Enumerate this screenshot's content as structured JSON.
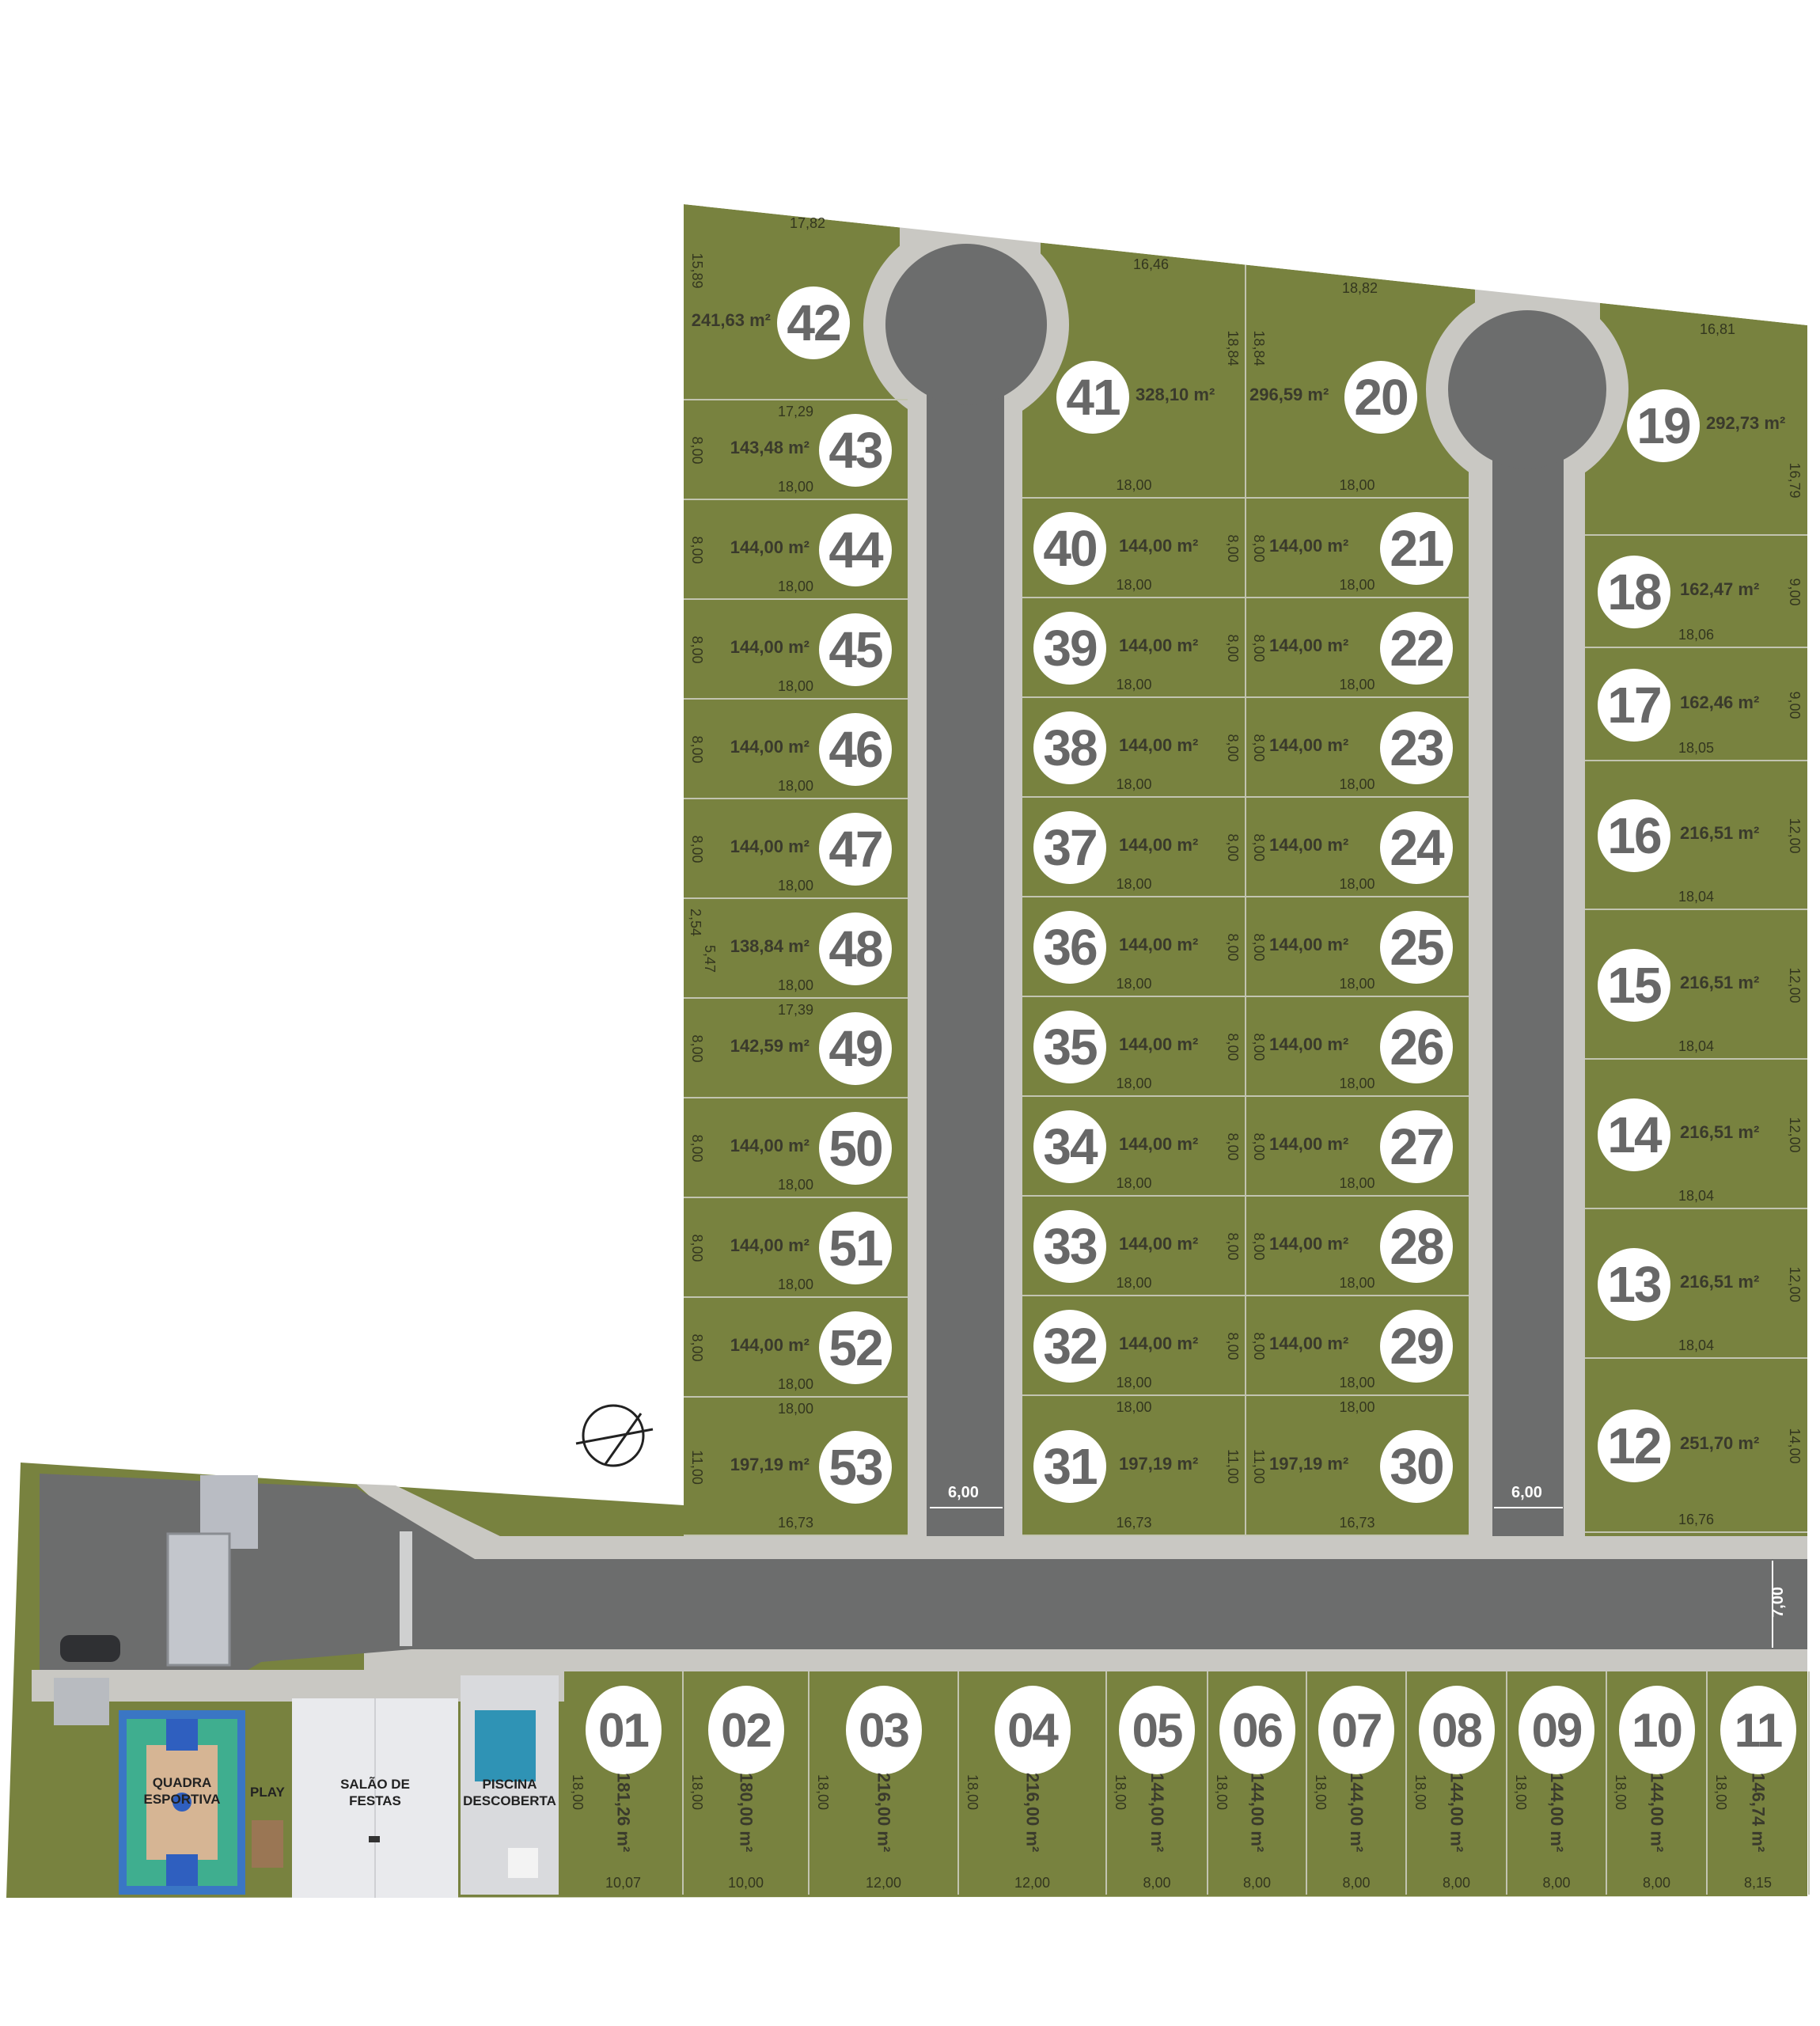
{
  "colors": {
    "grass": "#78823f",
    "asphalt": "#6c6d6d",
    "sidewalk": "#c9c8c3",
    "lot_line": "#c2c4b0",
    "badge": "#ffffff",
    "badge_text": "#676767"
  },
  "lots": [
    {
      "number": "42",
      "area": "241,63 m²",
      "dims": [
        {
          "text": "17,82",
          "side": "top"
        },
        {
          "text": "15,89",
          "side": "left"
        }
      ]
    },
    {
      "number": "43",
      "area": "143,48 m²",
      "dims": [
        {
          "text": "17,29",
          "side": "top"
        },
        {
          "text": "8,00",
          "side": "left"
        },
        {
          "text": "18,00",
          "side": "bottom"
        }
      ]
    },
    {
      "number": "44",
      "area": "144,00 m²",
      "dims": [
        {
          "text": "8,00",
          "side": "left"
        },
        {
          "text": "18,00",
          "side": "bottom"
        }
      ]
    },
    {
      "number": "45",
      "area": "144,00 m²",
      "dims": [
        {
          "text": "8,00",
          "side": "left"
        },
        {
          "text": "18,00",
          "side": "bottom"
        }
      ]
    },
    {
      "number": "46",
      "area": "144,00 m²",
      "dims": [
        {
          "text": "8,00",
          "side": "left"
        },
        {
          "text": "18,00",
          "side": "bottom"
        }
      ]
    },
    {
      "number": "47",
      "area": "144,00 m²",
      "dims": [
        {
          "text": "8,00",
          "side": "left"
        },
        {
          "text": "18,00",
          "side": "bottom"
        }
      ]
    },
    {
      "number": "48",
      "area": "138,84 m²",
      "dims": [
        {
          "text": "2,54",
          "side": "left-top"
        },
        {
          "text": "5,47",
          "side": "left-mid"
        },
        {
          "text": "18,00",
          "side": "bottom"
        }
      ]
    },
    {
      "number": "49",
      "area": "142,59 m²",
      "dims": [
        {
          "text": "17,39",
          "side": "top"
        },
        {
          "text": "8,00",
          "side": "left"
        }
      ]
    },
    {
      "number": "50",
      "area": "144,00 m²",
      "dims": [
        {
          "text": "8,00",
          "side": "left"
        },
        {
          "text": "18,00",
          "side": "bottom"
        }
      ]
    },
    {
      "number": "51",
      "area": "144,00 m²",
      "dims": [
        {
          "text": "8,00",
          "side": "left"
        },
        {
          "text": "18,00",
          "side": "bottom"
        }
      ]
    },
    {
      "number": "52",
      "area": "144,00 m²",
      "dims": [
        {
          "text": "8,00",
          "side": "left"
        },
        {
          "text": "18,00",
          "side": "bottom"
        }
      ]
    },
    {
      "number": "53",
      "area": "197,19 m²",
      "dims": [
        {
          "text": "18,00",
          "side": "top"
        },
        {
          "text": "11,00",
          "side": "left"
        },
        {
          "text": "16,73",
          "side": "bottom"
        }
      ]
    },
    {
      "number": "41",
      "area": "328,10 m²",
      "dims": [
        {
          "text": "16,46",
          "side": "top"
        },
        {
          "text": "18,84",
          "side": "right"
        },
        {
          "text": "18,00",
          "side": "bottom"
        }
      ]
    },
    {
      "number": "40",
      "area": "144,00 m²",
      "dims": [
        {
          "text": "8,00",
          "side": "right"
        },
        {
          "text": "18,00",
          "side": "bottom"
        }
      ]
    },
    {
      "number": "39",
      "area": "144,00 m²",
      "dims": [
        {
          "text": "8,00",
          "side": "right"
        },
        {
          "text": "18,00",
          "side": "bottom"
        }
      ]
    },
    {
      "number": "38",
      "area": "144,00 m²",
      "dims": [
        {
          "text": "8,00",
          "side": "right"
        },
        {
          "text": "18,00",
          "side": "bottom"
        }
      ]
    },
    {
      "number": "37",
      "area": "144,00 m²",
      "dims": [
        {
          "text": "8,00",
          "side": "right"
        },
        {
          "text": "18,00",
          "side": "bottom"
        }
      ]
    },
    {
      "number": "36",
      "area": "144,00 m²",
      "dims": [
        {
          "text": "8,00",
          "side": "right"
        },
        {
          "text": "18,00",
          "side": "bottom"
        }
      ]
    },
    {
      "number": "35",
      "area": "144,00 m²",
      "dims": [
        {
          "text": "8,00",
          "side": "right"
        },
        {
          "text": "18,00",
          "side": "bottom"
        }
      ]
    },
    {
      "number": "34",
      "area": "144,00 m²",
      "dims": [
        {
          "text": "8,00",
          "side": "right"
        },
        {
          "text": "18,00",
          "side": "bottom"
        }
      ]
    },
    {
      "number": "33",
      "area": "144,00 m²",
      "dims": [
        {
          "text": "8,00",
          "side": "right"
        },
        {
          "text": "18,00",
          "side": "bottom"
        }
      ]
    },
    {
      "number": "32",
      "area": "144,00 m²",
      "dims": [
        {
          "text": "8,00",
          "side": "right"
        },
        {
          "text": "18,00",
          "side": "bottom"
        }
      ]
    },
    {
      "number": "31",
      "area": "197,19 m²",
      "dims": [
        {
          "text": "18,00",
          "side": "top"
        },
        {
          "text": "11,00",
          "side": "right"
        },
        {
          "text": "16,73",
          "side": "bottom"
        }
      ]
    },
    {
      "number": "20",
      "area": "296,59 m²",
      "dims": [
        {
          "text": "18,82",
          "side": "top"
        },
        {
          "text": "18,84",
          "side": "left"
        },
        {
          "text": "18,00",
          "side": "bottom"
        }
      ]
    },
    {
      "number": "21",
      "area": "144,00 m²",
      "dims": [
        {
          "text": "8,00",
          "side": "left"
        },
        {
          "text": "18,00",
          "side": "bottom"
        }
      ]
    },
    {
      "number": "22",
      "area": "144,00 m²",
      "dims": [
        {
          "text": "8,00",
          "side": "left"
        },
        {
          "text": "18,00",
          "side": "bottom"
        }
      ]
    },
    {
      "number": "23",
      "area": "144,00 m²",
      "dims": [
        {
          "text": "8,00",
          "side": "left"
        },
        {
          "text": "18,00",
          "side": "bottom"
        }
      ]
    },
    {
      "number": "24",
      "area": "144,00 m²",
      "dims": [
        {
          "text": "8,00",
          "side": "left"
        },
        {
          "text": "18,00",
          "side": "bottom"
        }
      ]
    },
    {
      "number": "25",
      "area": "144,00 m²",
      "dims": [
        {
          "text": "8,00",
          "side": "left"
        },
        {
          "text": "18,00",
          "side": "bottom"
        }
      ]
    },
    {
      "number": "26",
      "area": "144,00 m²",
      "dims": [
        {
          "text": "8,00",
          "side": "left"
        },
        {
          "text": "18,00",
          "side": "bottom"
        }
      ]
    },
    {
      "number": "27",
      "area": "144,00 m²",
      "dims": [
        {
          "text": "8,00",
          "side": "left"
        },
        {
          "text": "18,00",
          "side": "bottom"
        }
      ]
    },
    {
      "number": "28",
      "area": "144,00 m²",
      "dims": [
        {
          "text": "8,00",
          "side": "left"
        },
        {
          "text": "18,00",
          "side": "bottom"
        }
      ]
    },
    {
      "number": "29",
      "area": "144,00 m²",
      "dims": [
        {
          "text": "8,00",
          "side": "left"
        },
        {
          "text": "18,00",
          "side": "bottom"
        }
      ]
    },
    {
      "number": "30",
      "area": "197,19 m²",
      "dims": [
        {
          "text": "18,00",
          "side": "top"
        },
        {
          "text": "11,00",
          "side": "left"
        },
        {
          "text": "16,73",
          "side": "bottom"
        }
      ]
    },
    {
      "number": "19",
      "area": "292,73 m²",
      "dims": [
        {
          "text": "16,81",
          "side": "top"
        },
        {
          "text": "16,79",
          "side": "right"
        }
      ]
    },
    {
      "number": "18",
      "area": "162,47 m²",
      "dims": [
        {
          "text": "9,00",
          "side": "right"
        },
        {
          "text": "18,06",
          "side": "bottom"
        }
      ]
    },
    {
      "number": "17",
      "area": "162,46 m²",
      "dims": [
        {
          "text": "9,00",
          "side": "right"
        },
        {
          "text": "18,05",
          "side": "bottom"
        }
      ]
    },
    {
      "number": "16",
      "area": "216,51 m²",
      "dims": [
        {
          "text": "12,00",
          "side": "right"
        },
        {
          "text": "18,04",
          "side": "bottom"
        }
      ]
    },
    {
      "number": "15",
      "area": "216,51 m²",
      "dims": [
        {
          "text": "12,00",
          "side": "right"
        },
        {
          "text": "18,04",
          "side": "bottom"
        }
      ]
    },
    {
      "number": "14",
      "area": "216,51 m²",
      "dims": [
        {
          "text": "12,00",
          "side": "right"
        },
        {
          "text": "18,04",
          "side": "bottom"
        }
      ]
    },
    {
      "number": "13",
      "area": "216,51 m²",
      "dims": [
        {
          "text": "12,00",
          "side": "right"
        },
        {
          "text": "18,04",
          "side": "bottom"
        }
      ]
    },
    {
      "number": "12",
      "area": "251,70 m²",
      "dims": [
        {
          "text": "14,00",
          "side": "right"
        },
        {
          "text": "16,76",
          "side": "bottom"
        }
      ]
    },
    {
      "number": "01",
      "area": "181,26 m²",
      "dims": [
        {
          "text": "18,00",
          "side": "left"
        },
        {
          "text": "10,07",
          "side": "bottom"
        }
      ]
    },
    {
      "number": "02",
      "area": "180,00 m²",
      "dims": [
        {
          "text": "18,00",
          "side": "left"
        },
        {
          "text": "10,00",
          "side": "bottom"
        }
      ]
    },
    {
      "number": "03",
      "area": "216,00 m²",
      "dims": [
        {
          "text": "18,00",
          "side": "left"
        },
        {
          "text": "12,00",
          "side": "bottom"
        }
      ]
    },
    {
      "number": "04",
      "area": "216,00 m²",
      "dims": [
        {
          "text": "18,00",
          "side": "left"
        },
        {
          "text": "12,00",
          "side": "bottom"
        }
      ]
    },
    {
      "number": "05",
      "area": "144,00 m²",
      "dims": [
        {
          "text": "18,00",
          "side": "left"
        },
        {
          "text": "8,00",
          "side": "bottom"
        }
      ]
    },
    {
      "number": "06",
      "area": "144,00 m²",
      "dims": [
        {
          "text": "18,00",
          "side": "left"
        },
        {
          "text": "8,00",
          "side": "bottom"
        }
      ]
    },
    {
      "number": "07",
      "area": "144,00 m²",
      "dims": [
        {
          "text": "18,00",
          "side": "left"
        },
        {
          "text": "8,00",
          "side": "bottom"
        }
      ]
    },
    {
      "number": "08",
      "area": "144,00 m²",
      "dims": [
        {
          "text": "18,00",
          "side": "left"
        },
        {
          "text": "8,00",
          "side": "bottom"
        }
      ]
    },
    {
      "number": "09",
      "area": "144,00 m²",
      "dims": [
        {
          "text": "18,00",
          "side": "left"
        },
        {
          "text": "8,00",
          "side": "bottom"
        }
      ]
    },
    {
      "number": "10",
      "area": "144,00 m²",
      "dims": [
        {
          "text": "18,00",
          "side": "left"
        },
        {
          "text": "8,00",
          "side": "bottom"
        }
      ]
    },
    {
      "number": "11",
      "area": "146,74 m²",
      "dims": [
        {
          "text": "18,00",
          "side": "left"
        },
        {
          "text": "8,15",
          "side": "bottom"
        }
      ]
    }
  ],
  "road_widths": {
    "road_a": "6,00",
    "road_b": "6,00",
    "main_road": "7,00"
  },
  "amenities": {
    "court": "QUADRA ESPORTIVA",
    "play": "PLAY",
    "party_hall": "SALÃO DE FESTAS",
    "pool": "PISCINA DESCOBERTA"
  }
}
